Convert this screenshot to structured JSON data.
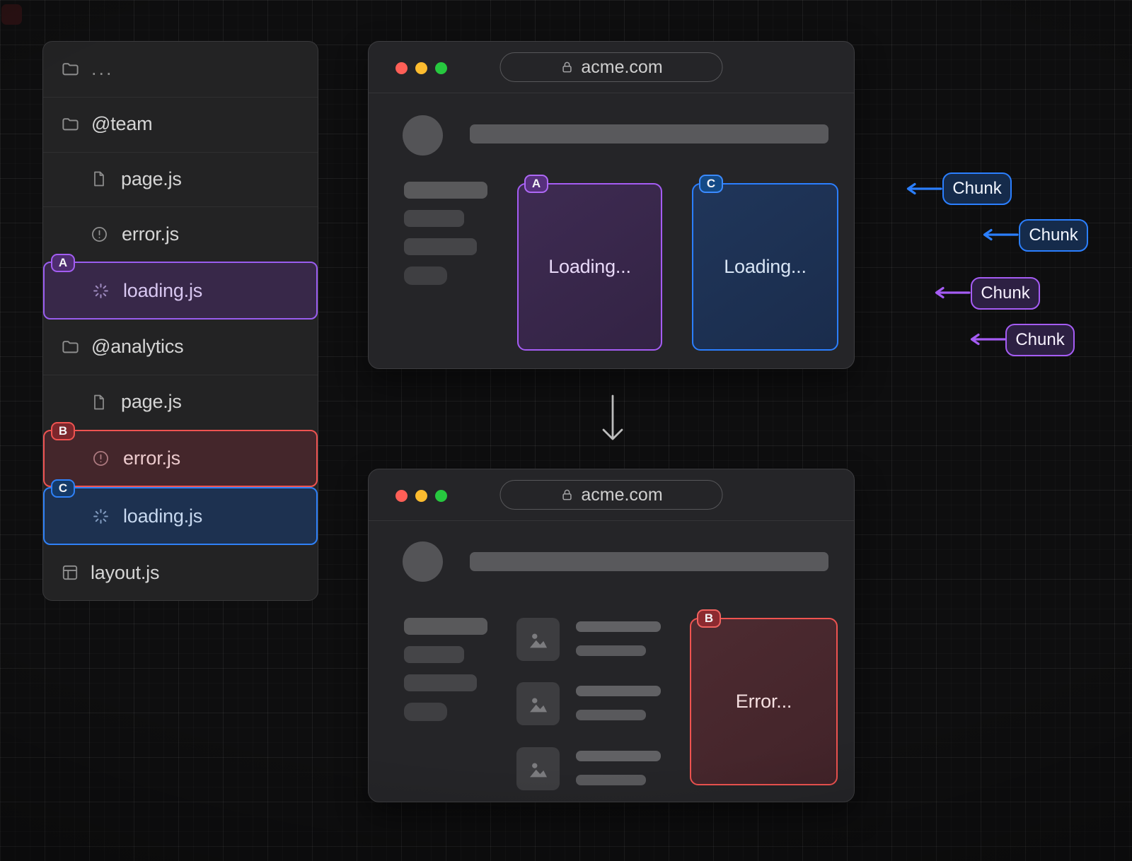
{
  "file_tree": {
    "items": [
      {
        "label": "...",
        "icon": "folder",
        "badge": ""
      },
      {
        "label": "@team",
        "icon": "folder",
        "badge": ""
      },
      {
        "label": "page.js",
        "icon": "file",
        "badge": ""
      },
      {
        "label": "error.js",
        "icon": "alert",
        "badge": ""
      },
      {
        "label": "loading.js",
        "icon": "spinner",
        "badge": "A"
      },
      {
        "label": "@analytics",
        "icon": "folder",
        "badge": ""
      },
      {
        "label": "page.js",
        "icon": "file",
        "badge": ""
      },
      {
        "label": "error.js",
        "icon": "alert",
        "badge": "B"
      },
      {
        "label": "loading.js",
        "icon": "spinner",
        "badge": "C"
      },
      {
        "label": "layout.js",
        "icon": "layout",
        "badge": ""
      }
    ]
  },
  "browser_top": {
    "url": "acme.com",
    "cards": [
      {
        "badge": "A",
        "label": "Loading...",
        "color": "purple"
      },
      {
        "badge": "C",
        "label": "Loading...",
        "color": "blue"
      }
    ]
  },
  "browser_bottom": {
    "url": "acme.com",
    "card": {
      "badge": "B",
      "label": "Error...",
      "color": "red"
    }
  },
  "chunks": [
    {
      "label": "Chunk",
      "color": "blue"
    },
    {
      "label": "Chunk",
      "color": "blue"
    },
    {
      "label": "Chunk",
      "color": "purple"
    },
    {
      "label": "Chunk",
      "color": "purple"
    }
  ],
  "colors": {
    "purple": "#a55cf4",
    "blue": "#2b7fff",
    "red": "#ef5350",
    "traffic_red": "#ff5f57",
    "traffic_yellow": "#fdbc2f",
    "traffic_green": "#27c83f"
  }
}
